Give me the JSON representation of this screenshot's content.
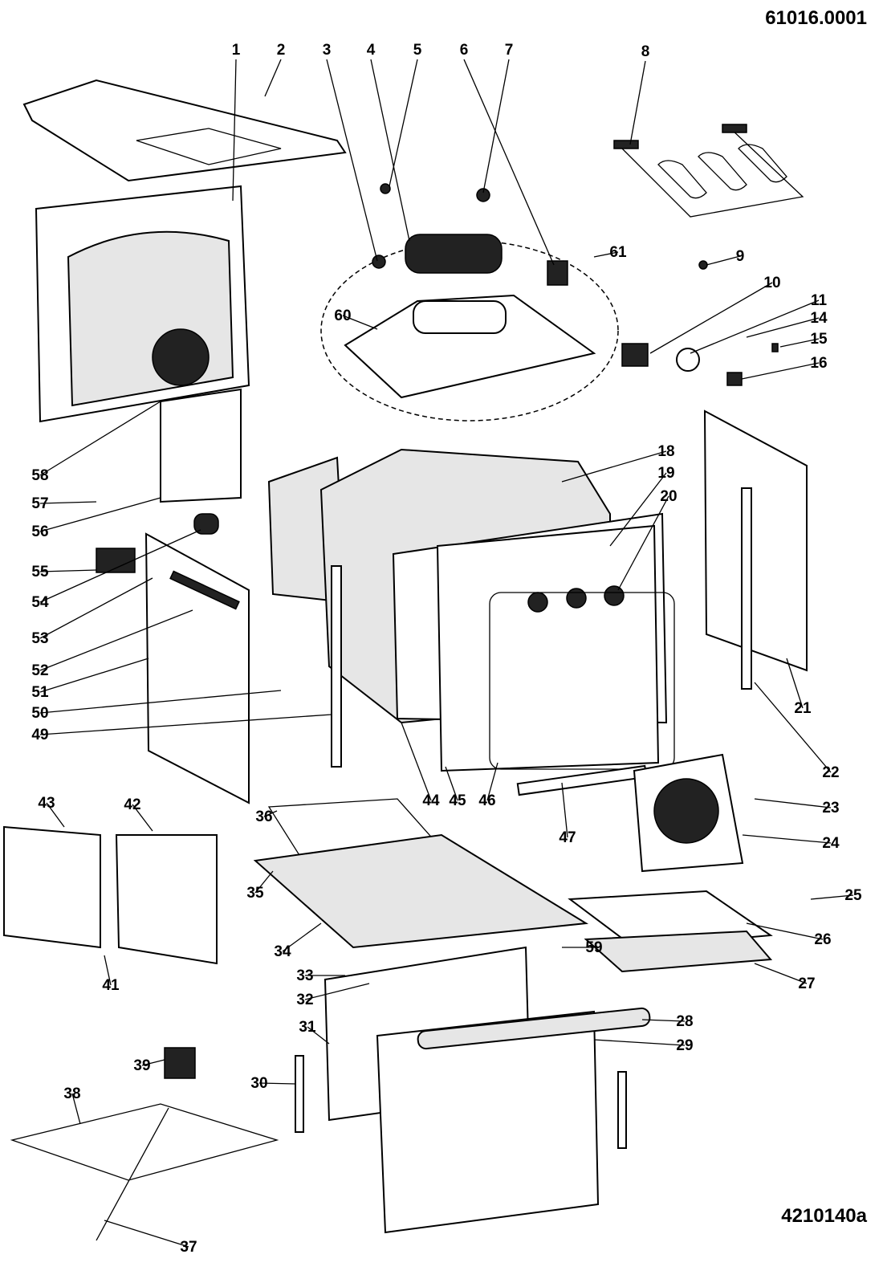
{
  "drawing_number": "61016.0001",
  "revision_code": "4210140a",
  "part_labels": [
    "1",
    "2",
    "3",
    "4",
    "5",
    "6",
    "7",
    "8",
    "61",
    "9",
    "10",
    "11",
    "14",
    "15",
    "16",
    "60",
    "58",
    "57",
    "56",
    "55",
    "54",
    "53",
    "52",
    "51",
    "50",
    "49",
    "18",
    "19",
    "20",
    "21",
    "22",
    "23",
    "24",
    "25",
    "26",
    "27",
    "28",
    "29",
    "30",
    "31",
    "32",
    "33",
    "34",
    "35",
    "36",
    "37",
    "38",
    "39",
    "41",
    "42",
    "43",
    "44",
    "45",
    "46",
    "47",
    "59"
  ],
  "colors": {
    "line": "#000000",
    "shading": "#e6e6e6",
    "background": "#ffffff"
  }
}
